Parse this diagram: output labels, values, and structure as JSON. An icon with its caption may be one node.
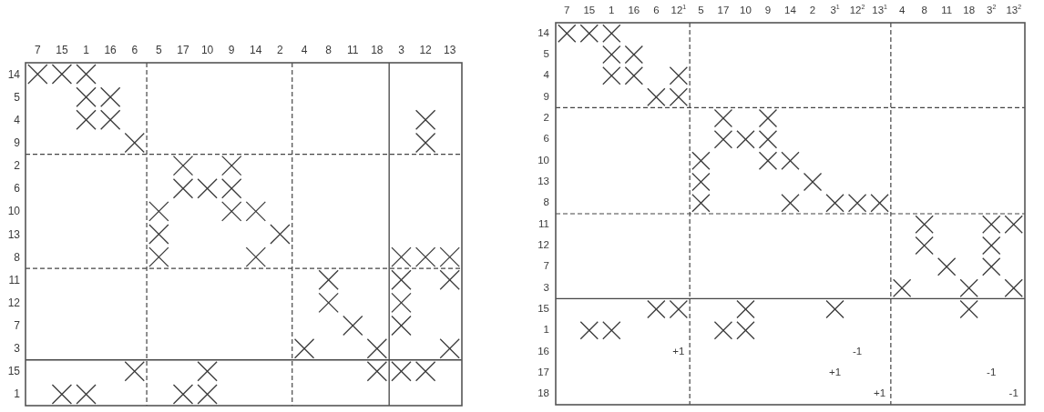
{
  "diagram": {
    "labels": [
      "7",
      "15",
      "1",
      "16",
      "6",
      "5",
      "17",
      "10",
      "9",
      "14",
      "2",
      "4",
      "8",
      "11",
      "18",
      "3",
      "12",
      "13",
      "14",
      "5",
      "4",
      "9",
      "2",
      "6",
      "10",
      "13",
      "8",
      "11",
      "12",
      "7",
      "3",
      "15",
      "1",
      "7",
      "15",
      "1",
      "16",
      "6",
      "12$^{1}$",
      "5",
      "17",
      "10",
      "9",
      "14",
      "2",
      "3$^{1}$",
      "12$^{2}$",
      "13$^{1}$",
      "4",
      "8",
      "11",
      "18",
      "3$^{2}$",
      "13$^{2}$",
      "14",
      "5",
      "4",
      "9",
      "2",
      "6",
      "10",
      "13",
      "8",
      "11",
      "12",
      "7",
      "3",
      "15",
      "1",
      "16",
      "+1",
      "-1",
      "17",
      "+1",
      "-1",
      "18",
      "+1",
      "-1"
    ]
  }
}
